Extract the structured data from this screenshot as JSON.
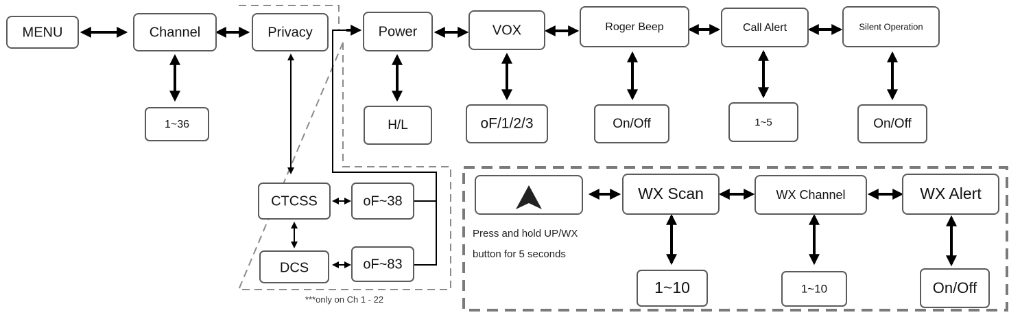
{
  "boxes": {
    "menu": "MENU",
    "channel": "Channel",
    "channel_range": "1~36",
    "privacy": "Privacy",
    "ctcss": "CTCSS",
    "ctcss_range": "oF~38",
    "dcs": "DCS",
    "dcs_range": "oF~83",
    "power": "Power",
    "power_value": "H/L",
    "vox": "VOX",
    "vox_value": "oF/1/2/3",
    "roger_beep": "Roger Beep",
    "roger_beep_value": "On/Off",
    "call_alert": "Call Alert",
    "call_alert_value": "1~5",
    "silent_operation": "Silent Operation",
    "silent_operation_value": "On/Off",
    "wx_scan": "WX Scan",
    "wx_scan_value": "1~10",
    "wx_channel": "WX Channel",
    "wx_channel_value": "1~10",
    "wx_alert": "WX Alert",
    "wx_alert_value": "On/Off"
  },
  "notes": {
    "press_hold_line1": "Press and hold UP/WX",
    "press_hold_line2": "button for 5 seconds",
    "privacy_footnote": "***only on Ch 1 - 22"
  },
  "icons": {
    "up_button": "up-arrow-icon"
  }
}
